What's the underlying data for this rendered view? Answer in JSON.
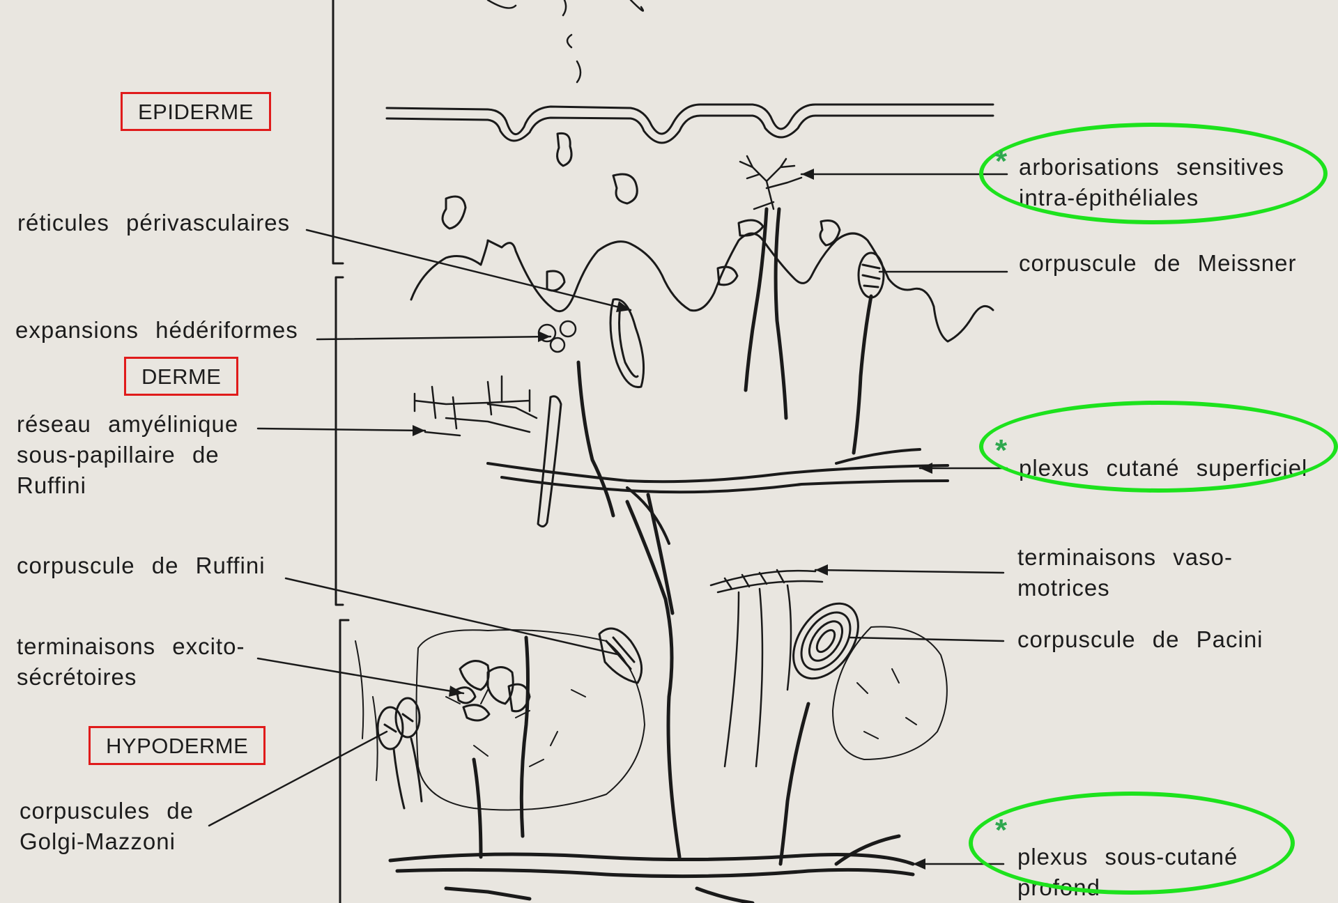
{
  "region_labels": {
    "epiderme": "EPIDERME",
    "derme": "DERME",
    "hypoderme": "HYPODERME"
  },
  "left_labels": {
    "reticules": "réticules périvasculaires",
    "expansions": "expansions hédériformes",
    "reseau_line1": "réseau amyélinique",
    "reseau_line2": "sous-papillaire de",
    "reseau_line3": "Ruffini",
    "ruffini": "corpuscule de Ruffini",
    "excito_line1": "terminaisons excito-",
    "excito_line2": "sécrétoires",
    "golgi_line1": "corpuscules de",
    "golgi_line2": "Golgi-Mazzoni"
  },
  "right_labels": {
    "arbor_line1": "arborisations sensitives",
    "arbor_line2": "intra-épithéliales",
    "meissner": "corpuscule de Meissner",
    "plexus_sup": "plexus cutané superficiel",
    "vaso_line1": "terminaisons vaso-",
    "vaso_line2": "motrices",
    "pacini": "corpuscule de Pacini",
    "plexus_prof_line1": "plexus sous-cutané",
    "plexus_prof_line2": "profond"
  },
  "annotations": {
    "star_symbol": "*"
  },
  "colors": {
    "background": "#e9e6e0",
    "ink": "#1a1a1a",
    "region_box": "#e01b1b",
    "highlight_ellipse": "#1de21d",
    "star": "#2fa84f"
  }
}
